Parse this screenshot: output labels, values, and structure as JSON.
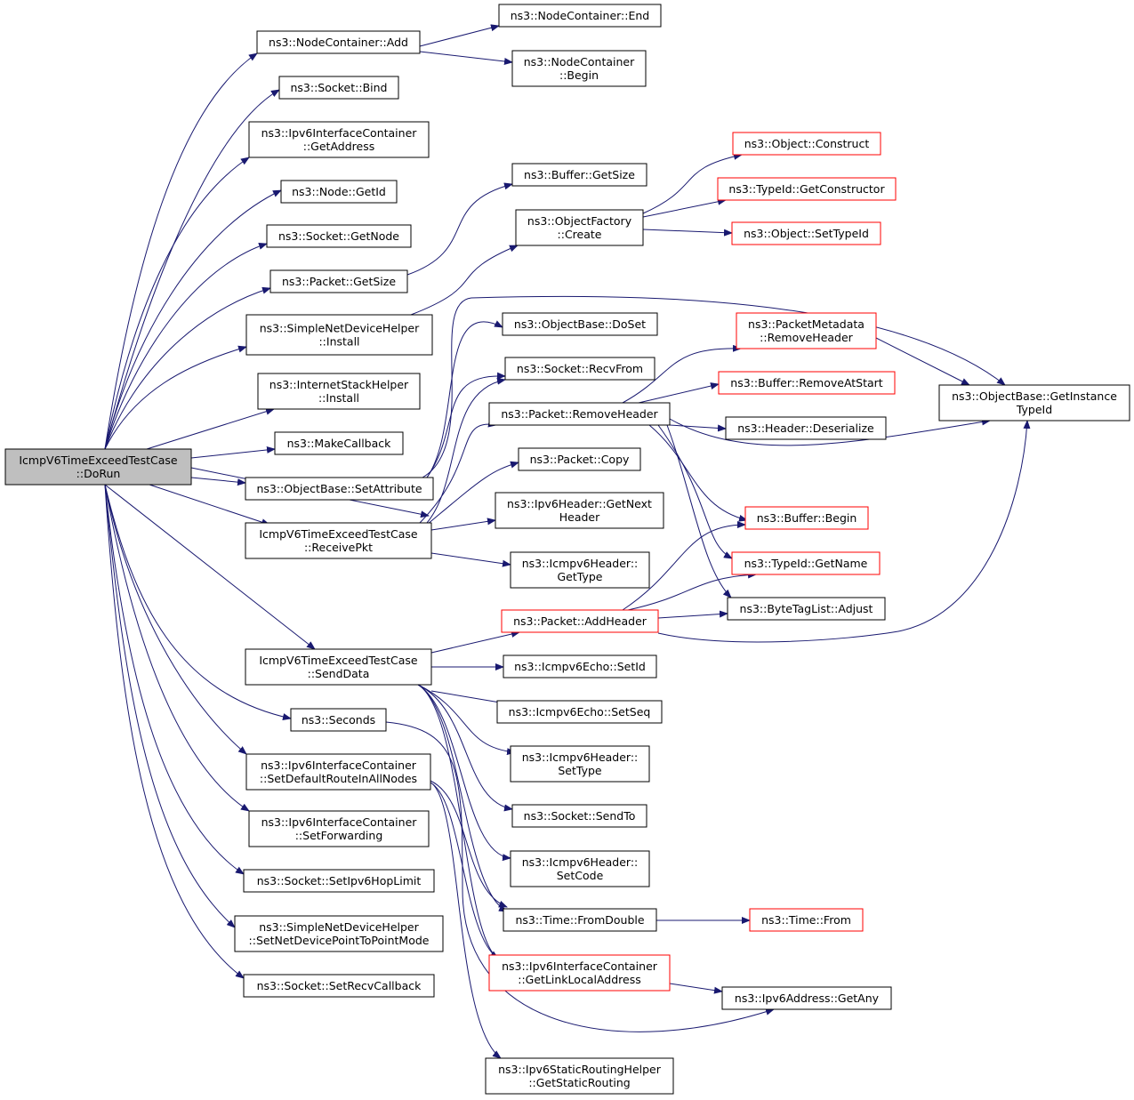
{
  "graph": {
    "edge_color": "#191970",
    "root_fill": "#bfbfbf",
    "missing_border_color": "#ff0000",
    "nodes": [
      {
        "id": "root",
        "lines": [
          "IcmpV6TimeExceedTestCase",
          "::DoRun"
        ],
        "style": "root"
      },
      {
        "id": "nc_add",
        "lines": [
          "ns3::NodeContainer::Add"
        ],
        "style": "normal"
      },
      {
        "id": "nc_end",
        "lines": [
          "ns3::NodeContainer::End"
        ],
        "style": "normal"
      },
      {
        "id": "nc_begin",
        "lines": [
          "ns3::NodeContainer",
          "::Begin"
        ],
        "style": "normal"
      },
      {
        "id": "sock_bind",
        "lines": [
          "ns3::Socket::Bind"
        ],
        "style": "normal"
      },
      {
        "id": "ipv6ic_getaddr",
        "lines": [
          "ns3::Ipv6InterfaceContainer",
          "::GetAddress"
        ],
        "style": "normal"
      },
      {
        "id": "node_getid",
        "lines": [
          "ns3::Node::GetId"
        ],
        "style": "normal"
      },
      {
        "id": "sock_getnode",
        "lines": [
          "ns3::Socket::GetNode"
        ],
        "style": "normal"
      },
      {
        "id": "pkt_getsize",
        "lines": [
          "ns3::Packet::GetSize"
        ],
        "style": "normal"
      },
      {
        "id": "buf_getsize",
        "lines": [
          "ns3::Buffer::GetSize"
        ],
        "style": "normal"
      },
      {
        "id": "of_create",
        "lines": [
          "ns3::ObjectFactory",
          "::Create"
        ],
        "style": "normal"
      },
      {
        "id": "obj_construct",
        "lines": [
          "ns3::Object::Construct"
        ],
        "style": "red"
      },
      {
        "id": "tid_getctor",
        "lines": [
          "ns3::TypeId::GetConstructor"
        ],
        "style": "red"
      },
      {
        "id": "obj_settypeid",
        "lines": [
          "ns3::Object::SetTypeId"
        ],
        "style": "red"
      },
      {
        "id": "sndh_install",
        "lines": [
          "ns3::SimpleNetDeviceHelper",
          "::Install"
        ],
        "style": "normal"
      },
      {
        "id": "ish_install",
        "lines": [
          "ns3::InternetStackHelper",
          "::Install"
        ],
        "style": "normal"
      },
      {
        "id": "makecb",
        "lines": [
          "ns3::MakeCallback"
        ],
        "style": "normal"
      },
      {
        "id": "ob_setattr",
        "lines": [
          "ns3::ObjectBase::SetAttribute"
        ],
        "style": "normal"
      },
      {
        "id": "recvpkt",
        "lines": [
          "IcmpV6TimeExceedTestCase",
          "::ReceivePkt"
        ],
        "style": "normal"
      },
      {
        "id": "ob_doset",
        "lines": [
          "ns3::ObjectBase::DoSet"
        ],
        "style": "normal"
      },
      {
        "id": "sock_recvfrom",
        "lines": [
          "ns3::Socket::RecvFrom"
        ],
        "style": "normal"
      },
      {
        "id": "pkt_removeheader",
        "lines": [
          "ns3::Packet::RemoveHeader"
        ],
        "style": "normal"
      },
      {
        "id": "pm_removeheader",
        "lines": [
          "ns3::PacketMetadata",
          "::RemoveHeader"
        ],
        "style": "red"
      },
      {
        "id": "buf_removeatstart",
        "lines": [
          "ns3::Buffer::RemoveAtStart"
        ],
        "style": "red"
      },
      {
        "id": "hdr_deserialize",
        "lines": [
          "ns3::Header::Deserialize"
        ],
        "style": "normal"
      },
      {
        "id": "ob_getinstance",
        "lines": [
          "ns3::ObjectBase::GetInstance",
          "TypeId"
        ],
        "style": "normal"
      },
      {
        "id": "pkt_copy",
        "lines": [
          "ns3::Packet::Copy"
        ],
        "style": "normal"
      },
      {
        "id": "ipv6h_getnext",
        "lines": [
          "ns3::Ipv6Header::GetNext",
          "Header"
        ],
        "style": "normal"
      },
      {
        "id": "icmph_gettype",
        "lines": [
          "ns3::Icmpv6Header::",
          "GetType"
        ],
        "style": "normal"
      },
      {
        "id": "buf_begin",
        "lines": [
          "ns3::Buffer::Begin"
        ],
        "style": "red"
      },
      {
        "id": "tid_getname",
        "lines": [
          "ns3::TypeId::GetName"
        ],
        "style": "red"
      },
      {
        "id": "pkt_addheader",
        "lines": [
          "ns3::Packet::AddHeader"
        ],
        "style": "red"
      },
      {
        "id": "btl_adjust",
        "lines": [
          "ns3::ByteTagList::Adjust"
        ],
        "style": "normal"
      },
      {
        "id": "senddata",
        "lines": [
          "IcmpV6TimeExceedTestCase",
          "::SendData"
        ],
        "style": "normal"
      },
      {
        "id": "echo_setid",
        "lines": [
          "ns3::Icmpv6Echo::SetId"
        ],
        "style": "normal"
      },
      {
        "id": "echo_setseq",
        "lines": [
          "ns3::Icmpv6Echo::SetSeq"
        ],
        "style": "normal"
      },
      {
        "id": "seconds",
        "lines": [
          "ns3::Seconds"
        ],
        "style": "normal"
      },
      {
        "id": "icmph_settype",
        "lines": [
          "ns3::Icmpv6Header::",
          "SetType"
        ],
        "style": "normal"
      },
      {
        "id": "ipv6ic_setdefault",
        "lines": [
          "ns3::Ipv6InterfaceContainer",
          "::SetDefaultRouteInAllNodes"
        ],
        "style": "normal"
      },
      {
        "id": "sock_sendto",
        "lines": [
          "ns3::Socket::SendTo"
        ],
        "style": "normal"
      },
      {
        "id": "ipv6ic_setfwd",
        "lines": [
          "ns3::Ipv6InterfaceContainer",
          "::SetForwarding"
        ],
        "style": "normal"
      },
      {
        "id": "icmph_setcode",
        "lines": [
          "ns3::Icmpv6Header::",
          "SetCode"
        ],
        "style": "normal"
      },
      {
        "id": "sock_sethop",
        "lines": [
          "ns3::Socket::SetIpv6HopLimit"
        ],
        "style": "normal"
      },
      {
        "id": "time_fromdouble",
        "lines": [
          "ns3::Time::FromDouble"
        ],
        "style": "normal"
      },
      {
        "id": "time_from",
        "lines": [
          "ns3::Time::From"
        ],
        "style": "red"
      },
      {
        "id": "sndh_setp2p",
        "lines": [
          "ns3::SimpleNetDeviceHelper",
          "::SetNetDevicePointToPointMode"
        ],
        "style": "normal"
      },
      {
        "id": "ipv6ic_getlinklocal",
        "lines": [
          "ns3::Ipv6InterfaceContainer",
          "::GetLinkLocalAddress"
        ],
        "style": "red"
      },
      {
        "id": "sock_setrecvcb",
        "lines": [
          "ns3::Socket::SetRecvCallback"
        ],
        "style": "normal"
      },
      {
        "id": "ipv6addr_getany",
        "lines": [
          "ns3::Ipv6Address::GetAny"
        ],
        "style": "normal"
      },
      {
        "id": "srh_getstatic",
        "lines": [
          "ns3::Ipv6StaticRoutingHelper",
          "::GetStaticRouting"
        ],
        "style": "normal"
      }
    ]
  }
}
